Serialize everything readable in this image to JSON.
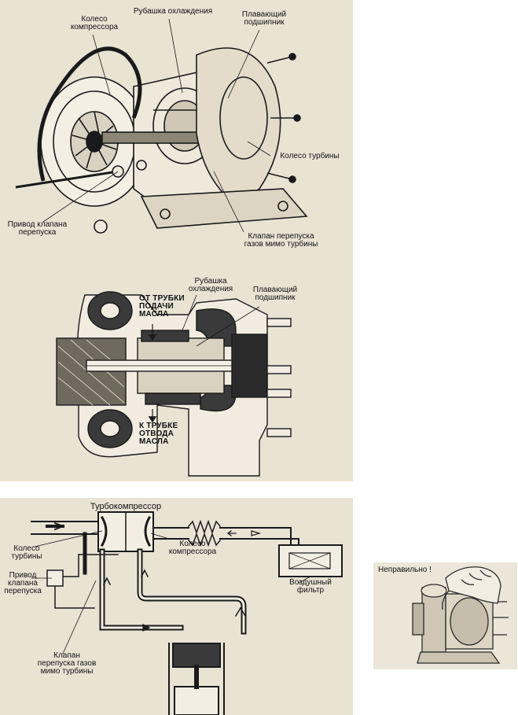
{
  "top_diagram": {
    "labels": {
      "compressor_wheel": "Колесо\nкомпрессора",
      "cooling_jacket": "Рубашка охлаждения",
      "floating_bearing": "Плавающий\nподшипник",
      "turbine_wheel": "Колесо турбины",
      "wastegate_actuator": "Привод клапана\nперепуска",
      "wastegate_valve": "Клапан перепуска\nгазов мимо турбины"
    }
  },
  "section_diagram": {
    "labels": {
      "cooling_jacket": "Рубашка\nохлаждения",
      "floating_bearing": "Плавающий\nподшипник",
      "oil_in": "ОТ ТРУБКИ\nПОДАЧИ\nМАСЛА",
      "oil_out": "К ТРУБКЕ\nОТВОДА\nМАСЛА"
    }
  },
  "schematic": {
    "labels": {
      "title": "Турбокомпрессор",
      "turbine_wheel": "Колесо\nтурбины",
      "compressor_wheel": "Колесо\nкомпрессора",
      "wastegate_actuator": "Привод\nклапана\nперепуска",
      "air_filter": "Воздушный\nфильтр",
      "wastegate_valve": "Клапан\nперепуска газов\nмимо турбины"
    }
  },
  "photo": {
    "caption": "Неправильно !"
  },
  "colors": {
    "panel_bg": "#e9e3d4",
    "ink": "#1a1a1a",
    "hatch": "#4a4a4a"
  }
}
